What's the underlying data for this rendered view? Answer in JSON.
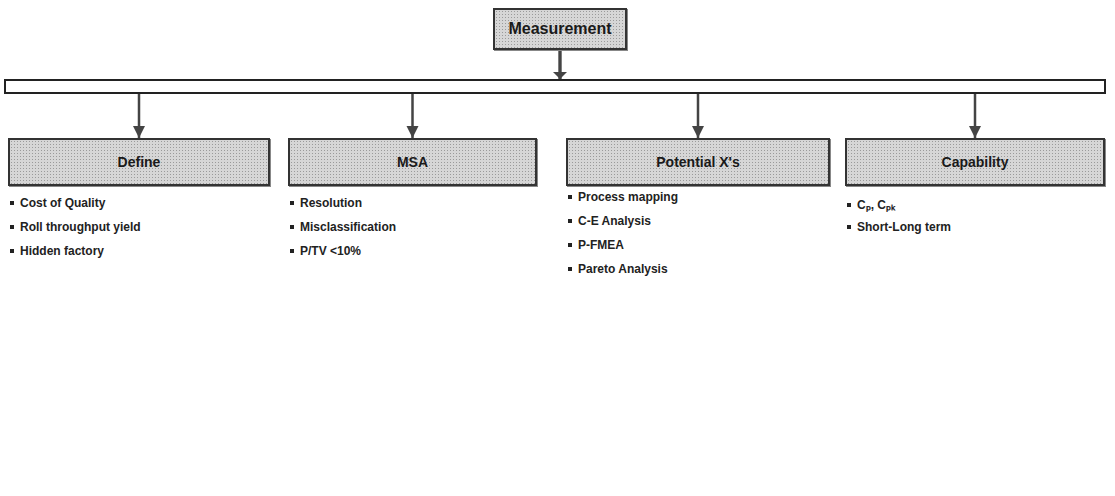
{
  "diagram": {
    "nodes": [
      {
        "text": [
          "Measurement"
        ]
      },
      {
        "text": [
          "Define"
        ]
      },
      {
        "text": [
          "MSA"
        ]
      },
      {
        "text": [
          "Potential X's"
        ]
      },
      {
        "text": [
          "Capability"
        ]
      }
    ],
    "edges": [
      {
        "from": 0,
        "to": 1,
        "arrow": "to"
      },
      {
        "from": 0,
        "to": 2,
        "arrow": "to"
      },
      {
        "from": 0,
        "to": 3,
        "arrow": "to"
      },
      {
        "from": 0,
        "to": 4,
        "arrow": "to"
      }
    ],
    "labels": [
      "Cost of Quality",
      "Roll throughput yield",
      "Hidden factory",
      "Resolution",
      "Misclassification",
      "P/TV <10%",
      "Process mapping",
      "C-E Analysis",
      "P-FMEA",
      "Pareto Analysis",
      "Cₚ, Cₚₖ",
      "Short-Long term"
    ]
  }
}
